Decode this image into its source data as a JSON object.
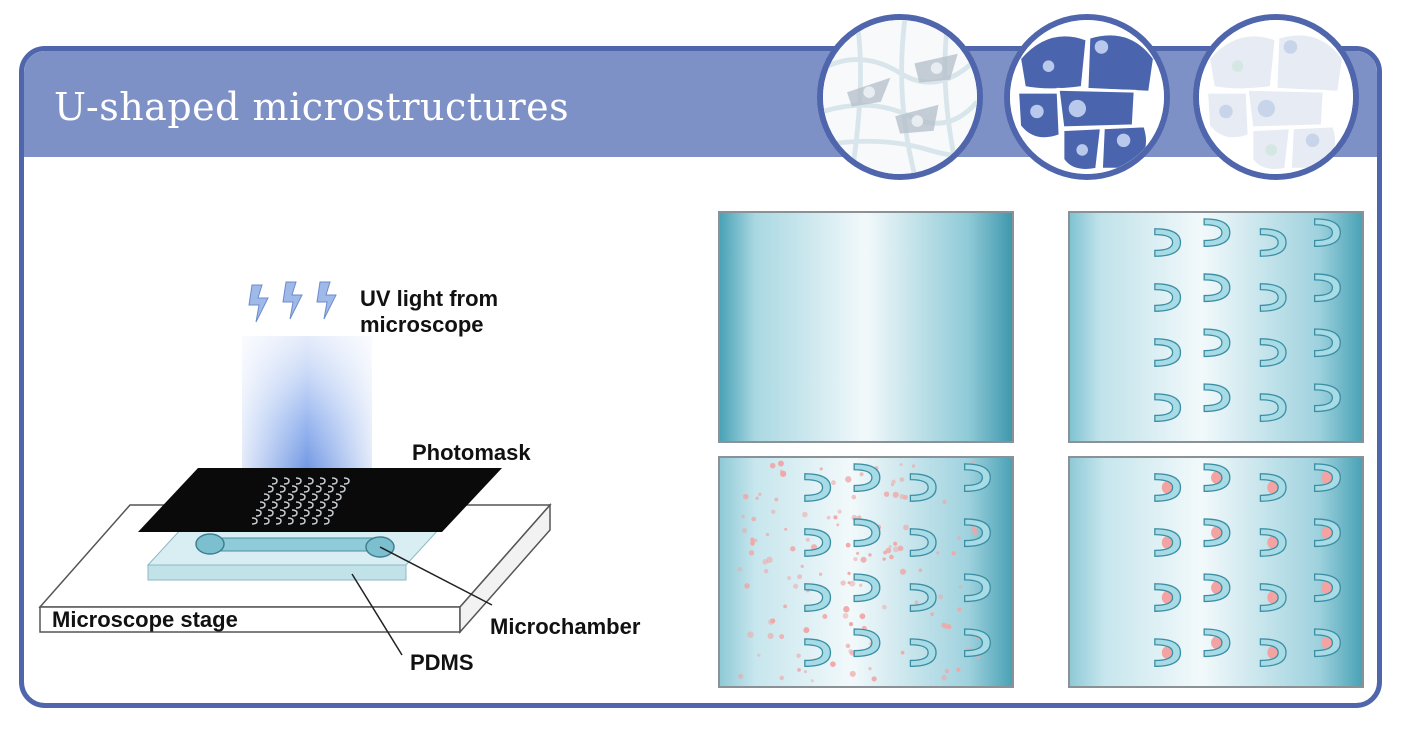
{
  "header": {
    "title": "U-shaped microstructures"
  },
  "diagram": {
    "uv_label_line1": "UV light from",
    "uv_label_line2": "microscope",
    "photomask_label": "Photomask",
    "stage_label": "Microscope stage",
    "microchamber_label": "Microchamber",
    "pdms_label": "PDMS"
  },
  "colors": {
    "accent": "#4f66ad",
    "header": "#7e91c6",
    "cell_dark": "#4a64ad",
    "cell_light": "#c9d6ec",
    "channel": "#7cc0d0",
    "cell_pink": "#f3a0a0"
  },
  "icons": [
    "uv-bolt-icon",
    "cell-network-circle",
    "cell-cluster-circle",
    "cell-faded-circle"
  ]
}
